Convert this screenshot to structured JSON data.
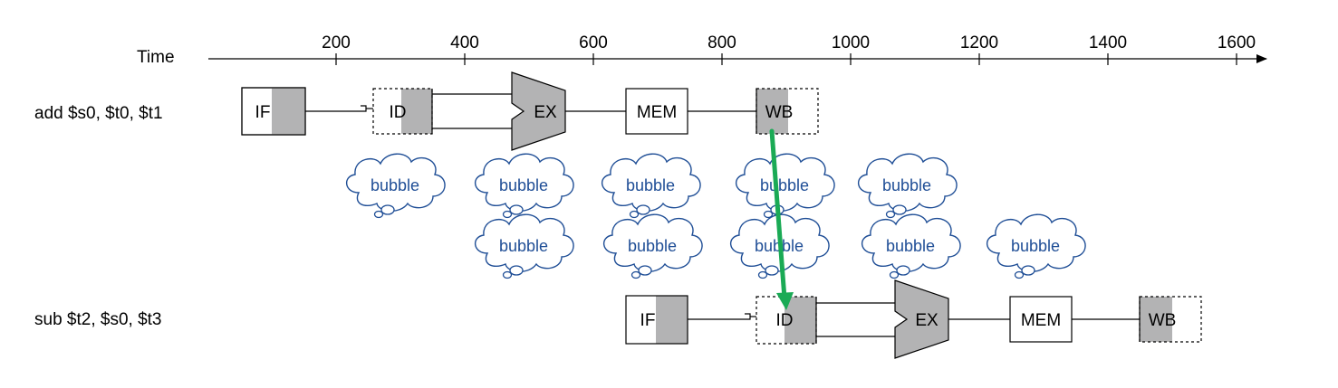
{
  "axis": {
    "label": "Time",
    "ticks": [
      "200",
      "400",
      "600",
      "800",
      "1000",
      "1200",
      "1400",
      "1600"
    ]
  },
  "instructions": [
    {
      "label": "add $s0, $t0, $t1"
    },
    {
      "label": "sub $t2, $s0, $t3"
    }
  ],
  "stages": {
    "if": "IF",
    "id": "ID",
    "ex": "EX",
    "mem": "MEM",
    "wb": "WB"
  },
  "bubble_text": "bubble",
  "bubble_rows": [
    [
      "bubble",
      "bubble",
      "bubble",
      "bubble",
      "bubble"
    ],
    [
      "bubble",
      "bubble",
      "bubble",
      "bubble",
      "bubble"
    ]
  ],
  "colors": {
    "shade": "#b3b3b4",
    "bubble": "#1f4e96",
    "forward_arrow": "#1aaa55"
  }
}
